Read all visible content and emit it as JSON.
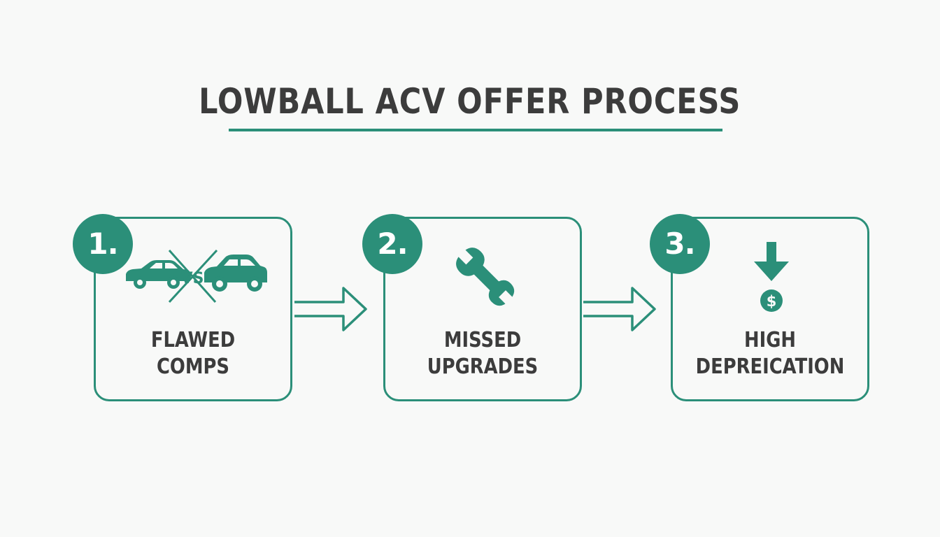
{
  "title": "LOWBALL ACV OFFER PROCESS",
  "colors": {
    "accent": "#2b8f79",
    "text": "#3c3c3c",
    "background": "#f8f9f8"
  },
  "steps": [
    {
      "number": "1.",
      "label_line1": "FLAWED",
      "label_line2": "COMPS",
      "icon": "car-vs-car-icon",
      "icon_text": "VS"
    },
    {
      "number": "2.",
      "label_line1": "MISSED",
      "label_line2": "UPGRADES",
      "icon": "wrench-icon"
    },
    {
      "number": "3.",
      "label_line1": "HIGH",
      "label_line2": "DEPREICATION",
      "icon": "down-arrow-dollar-icon",
      "icon_text": "$"
    }
  ]
}
